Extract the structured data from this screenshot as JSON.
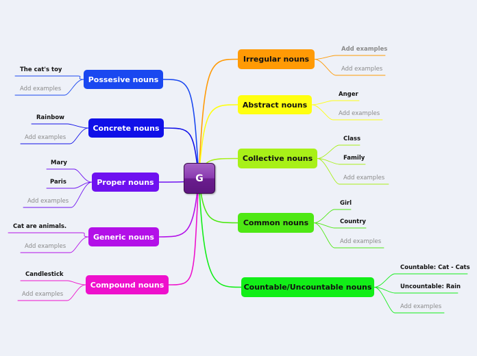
{
  "center": {
    "label": "G",
    "color": "#7b2fa4"
  },
  "left_topics": [
    {
      "label": "Possesive nouns",
      "color": "#1a48f0",
      "text_color": "#ffffff",
      "items": [
        {
          "text": "The cat's toy",
          "style": "bold"
        },
        {
          "text": "Add examples",
          "style": "placeholder"
        }
      ]
    },
    {
      "label": "Concrete nouns",
      "color": "#1010e8",
      "text_color": "#ffffff",
      "items": [
        {
          "text": "Rainbow",
          "style": "bold"
        },
        {
          "text": "Add examples",
          "style": "placeholder"
        }
      ]
    },
    {
      "label": "Proper nouns",
      "color": "#6e11f0",
      "text_color": "#ffffff",
      "items": [
        {
          "text": "Mary",
          "style": "bold"
        },
        {
          "text": "Paris",
          "style": "bold"
        },
        {
          "text": "Add examples",
          "style": "placeholder"
        }
      ]
    },
    {
      "label": "Generic nouns",
      "color": "#b310e8",
      "text_color": "#ffffff",
      "items": [
        {
          "text": "Cat are animals.",
          "style": "bold"
        },
        {
          "text": "Add examples",
          "style": "placeholder"
        }
      ]
    },
    {
      "label": "Compound nouns",
      "color": "#ee10cc",
      "text_color": "#ffffff",
      "items": [
        {
          "text": "Candlestick",
          "style": "bold"
        },
        {
          "text": "Add examples",
          "style": "placeholder"
        }
      ]
    }
  ],
  "right_topics": [
    {
      "label": "Irregular nouns",
      "color": "#ff9a05",
      "text_color": "#111111",
      "items": [
        {
          "text": "Add examples",
          "style": "placeholder-bold"
        },
        {
          "text": "Add examples",
          "style": "placeholder"
        }
      ]
    },
    {
      "label": "Abstract nouns",
      "color": "#ffff10",
      "text_color": "#111111",
      "items": [
        {
          "text": "Anger",
          "style": "bold"
        },
        {
          "text": "Add examples",
          "style": "placeholder"
        }
      ]
    },
    {
      "label": "Collective nouns",
      "color": "#a8f018",
      "text_color": "#111111",
      "items": [
        {
          "text": "Class",
          "style": "bold"
        },
        {
          "text": "Family",
          "style": "bold"
        },
        {
          "text": "Add examples",
          "style": "placeholder"
        }
      ]
    },
    {
      "label": "Common nouns",
      "color": "#4ee814",
      "text_color": "#111111",
      "items": [
        {
          "text": "Girl",
          "style": "bold"
        },
        {
          "text": "Country",
          "style": "bold"
        },
        {
          "text": "Add examples",
          "style": "placeholder"
        }
      ]
    },
    {
      "label": "Countable/Uncountable nouns",
      "color": "#12ee18",
      "text_color": "#111111",
      "items": [
        {
          "text": "Countable: Cat - Cats",
          "style": "bold"
        },
        {
          "text": "Uncountable: Rain",
          "style": "bold"
        },
        {
          "text": "Add examples",
          "style": "placeholder"
        }
      ]
    }
  ]
}
